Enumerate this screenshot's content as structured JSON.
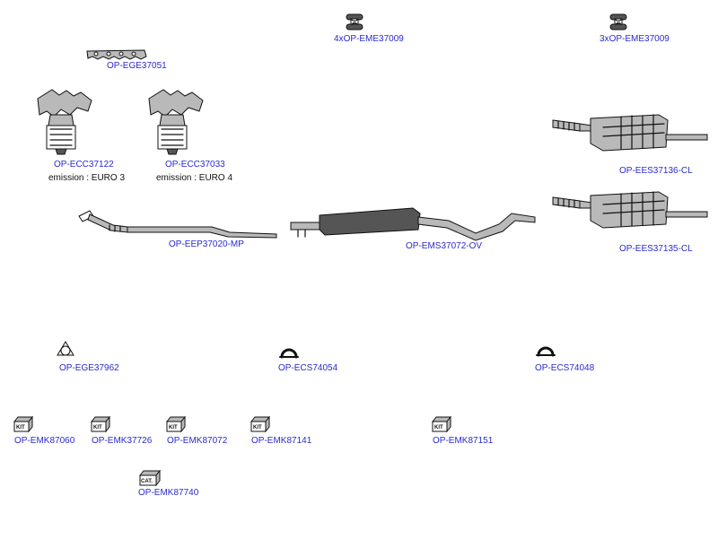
{
  "parts": {
    "gasket_4x": {
      "qty": "4x",
      "code": "OP-EME37009"
    },
    "gasket_3x": {
      "qty": "3x",
      "code": "OP-EME37009"
    },
    "manifold_gasket": {
      "code": "OP-EGE37051"
    },
    "catalyst_1": {
      "code": "OP-ECC37122",
      "note": "emission : EURO 3"
    },
    "catalyst_2": {
      "code": "OP-ECC37033",
      "note": "emission : EURO 4"
    },
    "front_pipe": {
      "code": "OP-EEP37020-MP"
    },
    "middle_silencer": {
      "code": "OP-EMS37072-OV"
    },
    "rear_silencer_1": {
      "code": "OP-EES37136-CL"
    },
    "rear_silencer_2": {
      "code": "OP-EES37135-CL"
    },
    "flange_gasket": {
      "code": "OP-EGE37962"
    },
    "clamp_1": {
      "code": "OP-ECS74054"
    },
    "clamp_2": {
      "code": "OP-ECS74048"
    },
    "kit_1": {
      "code": "OP-EMK87060",
      "badge": "KIT"
    },
    "kit_2": {
      "code": "OP-EMK37726",
      "badge": "KIT"
    },
    "kit_3": {
      "code": "OP-EMK87072",
      "badge": "KIT"
    },
    "kit_4": {
      "code": "OP-EMK87141",
      "badge": "KIT"
    },
    "kit_5": {
      "code": "OP-EMK87151",
      "badge": "KIT"
    },
    "cat_kit": {
      "code": "OP-EMK87740",
      "badge": "CAT."
    }
  },
  "icons": {
    "rubber_mount": "rubber-mount-icon",
    "kit_box": "kit-box-icon"
  }
}
